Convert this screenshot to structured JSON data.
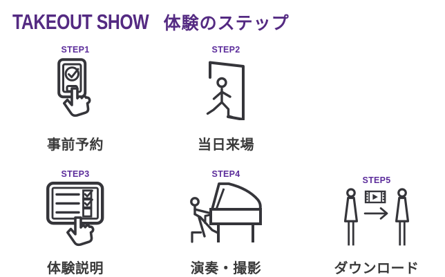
{
  "title": {
    "brand": "TAKEOUT SHOW",
    "heading": "体験のステップ"
  },
  "colors": {
    "accent": "#542a82",
    "steplabel": "#5c2d9b",
    "ink": "#35353a",
    "caption": "#3a3a3a",
    "bg": "#ffffff"
  },
  "steps": [
    {
      "label": "STEP1",
      "caption": "事前予約",
      "icon": "phone-reservation-icon"
    },
    {
      "label": "STEP2",
      "caption": "当日来場",
      "icon": "door-entry-icon"
    },
    {
      "label": "STEP3",
      "caption": "体験説明",
      "icon": "checklist-explanation-icon"
    },
    {
      "label": "STEP4",
      "caption": "演奏・撮影",
      "icon": "piano-performance-icon"
    },
    {
      "label": "STEP5",
      "caption": "ダウンロード",
      "icon": "download-transfer-icon"
    }
  ]
}
